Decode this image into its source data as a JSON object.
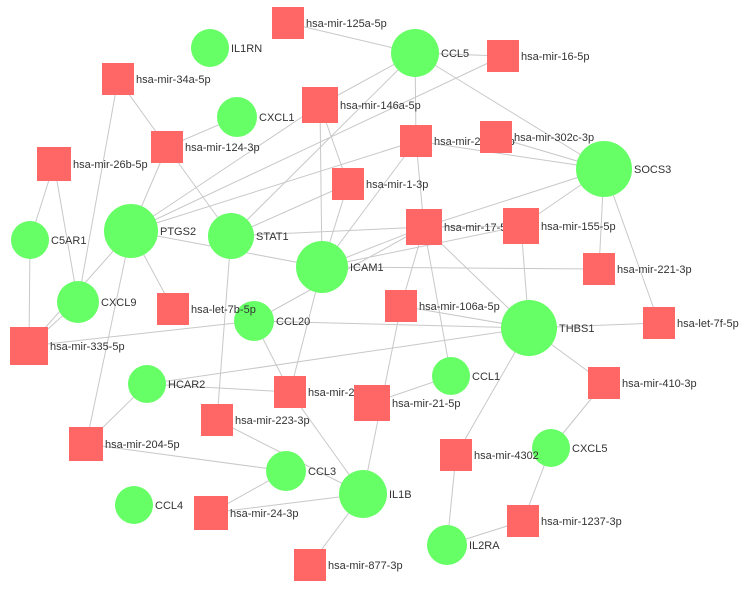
{
  "colors": {
    "gene_node": "#66ff66",
    "mirna_node": "#ff6666",
    "edge": "#c8c8c8",
    "label": "#333333",
    "background": "#ffffff"
  },
  "nodes": [
    {
      "id": "IL1RN",
      "label": "IL1RN",
      "kind": "gene"
    },
    {
      "id": "CCL5",
      "label": "CCL5",
      "kind": "gene"
    },
    {
      "id": "CXCL1",
      "label": "CXCL1",
      "kind": "gene"
    },
    {
      "id": "SOCS3",
      "label": "SOCS3",
      "kind": "gene"
    },
    {
      "id": "C5AR1",
      "label": "C5AR1",
      "kind": "gene"
    },
    {
      "id": "PTGS2",
      "label": "PTGS2",
      "kind": "gene"
    },
    {
      "id": "STAT1",
      "label": "STAT1",
      "kind": "gene"
    },
    {
      "id": "ICAM1",
      "label": "ICAM1",
      "kind": "gene"
    },
    {
      "id": "CXCL9",
      "label": "CXCL9",
      "kind": "gene"
    },
    {
      "id": "CCL20",
      "label": "CCL20",
      "kind": "gene"
    },
    {
      "id": "THBS1",
      "label": "THBS1",
      "kind": "gene"
    },
    {
      "id": "HCAR2",
      "label": "HCAR2",
      "kind": "gene"
    },
    {
      "id": "CCL1",
      "label": "CCL1",
      "kind": "gene"
    },
    {
      "id": "CXCL5",
      "label": "CXCL5",
      "kind": "gene"
    },
    {
      "id": "CCL3",
      "label": "CCL3",
      "kind": "gene"
    },
    {
      "id": "CCL4",
      "label": "CCL4",
      "kind": "gene"
    },
    {
      "id": "IL1B",
      "label": "IL1B",
      "kind": "gene"
    },
    {
      "id": "IL2RA",
      "label": "IL2RA",
      "kind": "gene"
    },
    {
      "id": "mir125a",
      "label": "hsa-mir-125a-5p",
      "kind": "mirna"
    },
    {
      "id": "mir16",
      "label": "hsa-mir-16-5p",
      "kind": "mirna"
    },
    {
      "id": "mir34a",
      "label": "hsa-mir-34a-5p",
      "kind": "mirna"
    },
    {
      "id": "mir146a",
      "label": "hsa-mir-146a-5p",
      "kind": "mirna"
    },
    {
      "id": "mir124",
      "label": "hsa-mir-124-3p",
      "kind": "mirna"
    },
    {
      "id": "mir203a",
      "label": "hsa-mir-203a-3p",
      "kind": "mirna"
    },
    {
      "id": "mir302c",
      "label": "hsa-mir-302c-3p",
      "kind": "mirna"
    },
    {
      "id": "mir26b",
      "label": "hsa-mir-26b-5p",
      "kind": "mirna"
    },
    {
      "id": "mir1",
      "label": "hsa-mir-1-3p",
      "kind": "mirna"
    },
    {
      "id": "mir17",
      "label": "hsa-mir-17-5p",
      "kind": "mirna"
    },
    {
      "id": "mir155",
      "label": "hsa-mir-155-5p",
      "kind": "mirna"
    },
    {
      "id": "mir221",
      "label": "hsa-mir-221-3p",
      "kind": "mirna"
    },
    {
      "id": "let7b",
      "label": "hsa-let-7b-5p",
      "kind": "mirna"
    },
    {
      "id": "mir106a",
      "label": "hsa-mir-106a-5p",
      "kind": "mirna"
    },
    {
      "id": "let7f",
      "label": "hsa-let-7f-5p",
      "kind": "mirna"
    },
    {
      "id": "mir335",
      "label": "hsa-mir-335-5p",
      "kind": "mirna"
    },
    {
      "id": "mir2467",
      "label": "hsa-mir-2467-3p",
      "kind": "mirna"
    },
    {
      "id": "mir21",
      "label": "hsa-mir-21-5p",
      "kind": "mirna"
    },
    {
      "id": "mir410",
      "label": "hsa-mir-410-3p",
      "kind": "mirna"
    },
    {
      "id": "mir223",
      "label": "hsa-mir-223-3p",
      "kind": "mirna"
    },
    {
      "id": "mir204",
      "label": "hsa-mir-204-5p",
      "kind": "mirna"
    },
    {
      "id": "mir4302",
      "label": "hsa-mir-4302",
      "kind": "mirna"
    },
    {
      "id": "mir24",
      "label": "hsa-mir-24-3p",
      "kind": "mirna"
    },
    {
      "id": "mir1237",
      "label": "hsa-mir-1237-3p",
      "kind": "mirna"
    },
    {
      "id": "mir877",
      "label": "hsa-mir-877-3p",
      "kind": "mirna"
    }
  ],
  "edges": [
    [
      "mir125a",
      "CCL5"
    ],
    [
      "mir16",
      "CCL5"
    ],
    [
      "mir16",
      "PTGS2"
    ],
    [
      "CCL5",
      "mir146a"
    ],
    [
      "CCL5",
      "mir203a"
    ],
    [
      "CCL5",
      "SOCS3"
    ],
    [
      "CCL5",
      "STAT1"
    ],
    [
      "mir34a",
      "mir124"
    ],
    [
      "mir34a",
      "CXCL9"
    ],
    [
      "mir146a",
      "ICAM1"
    ],
    [
      "mir146a",
      "PTGS2"
    ],
    [
      "mir146a",
      "mir1"
    ],
    [
      "CXCL1",
      "mir124"
    ],
    [
      "mir124",
      "PTGS2"
    ],
    [
      "mir124",
      "STAT1"
    ],
    [
      "mir26b",
      "C5AR1"
    ],
    [
      "mir26b",
      "CXCL9"
    ],
    [
      "mir203a",
      "SOCS3"
    ],
    [
      "mir203a",
      "ICAM1"
    ],
    [
      "mir203a",
      "PTGS2"
    ],
    [
      "mir203a",
      "mir17"
    ],
    [
      "mir302c",
      "SOCS3"
    ],
    [
      "mir1",
      "ICAM1"
    ],
    [
      "mir1",
      "STAT1"
    ],
    [
      "SOCS3",
      "mir17"
    ],
    [
      "SOCS3",
      "mir155"
    ],
    [
      "SOCS3",
      "mir221"
    ],
    [
      "SOCS3",
      "let7f"
    ],
    [
      "mir17",
      "ICAM1"
    ],
    [
      "mir17",
      "STAT1"
    ],
    [
      "mir17",
      "THBS1"
    ],
    [
      "mir17",
      "CCL1"
    ],
    [
      "mir17",
      "mir155"
    ],
    [
      "mir17",
      "mir106a"
    ],
    [
      "mir17",
      "CCL20"
    ],
    [
      "mir155",
      "THBS1"
    ],
    [
      "mir155",
      "ICAM1"
    ],
    [
      "ICAM1",
      "mir221"
    ],
    [
      "ICAM1",
      "mir2467"
    ],
    [
      "ICAM1",
      "PTGS2"
    ],
    [
      "C5AR1",
      "mir335"
    ],
    [
      "PTGS2",
      "mir335"
    ],
    [
      "PTGS2",
      "let7b"
    ],
    [
      "PTGS2",
      "mir204"
    ],
    [
      "STAT1",
      "mir223"
    ],
    [
      "CXCL9",
      "mir335"
    ],
    [
      "CCL20",
      "mir335"
    ],
    [
      "CCL20",
      "THBS1"
    ],
    [
      "CCL20",
      "mir2467"
    ],
    [
      "THBS1",
      "let7f"
    ],
    [
      "THBS1",
      "mir410"
    ],
    [
      "THBS1",
      "mir4302"
    ],
    [
      "THBS1",
      "HCAR2"
    ],
    [
      "mir106a",
      "THBS1"
    ],
    [
      "mir106a",
      "IL1B"
    ],
    [
      "mir2467",
      "HCAR2"
    ],
    [
      "mir2467",
      "IL1B"
    ],
    [
      "HCAR2",
      "mir204"
    ],
    [
      "mir204",
      "CCL3"
    ],
    [
      "mir223",
      "IL1B"
    ],
    [
      "CCL3",
      "mir24"
    ],
    [
      "IL1B",
      "mir24"
    ],
    [
      "IL1B",
      "mir877"
    ],
    [
      "mir410",
      "CXCL5"
    ],
    [
      "CXCL5",
      "mir1237"
    ],
    [
      "mir1237",
      "IL2RA"
    ],
    [
      "mir4302",
      "IL2RA"
    ],
    [
      "CCL1",
      "mir21"
    ]
  ]
}
